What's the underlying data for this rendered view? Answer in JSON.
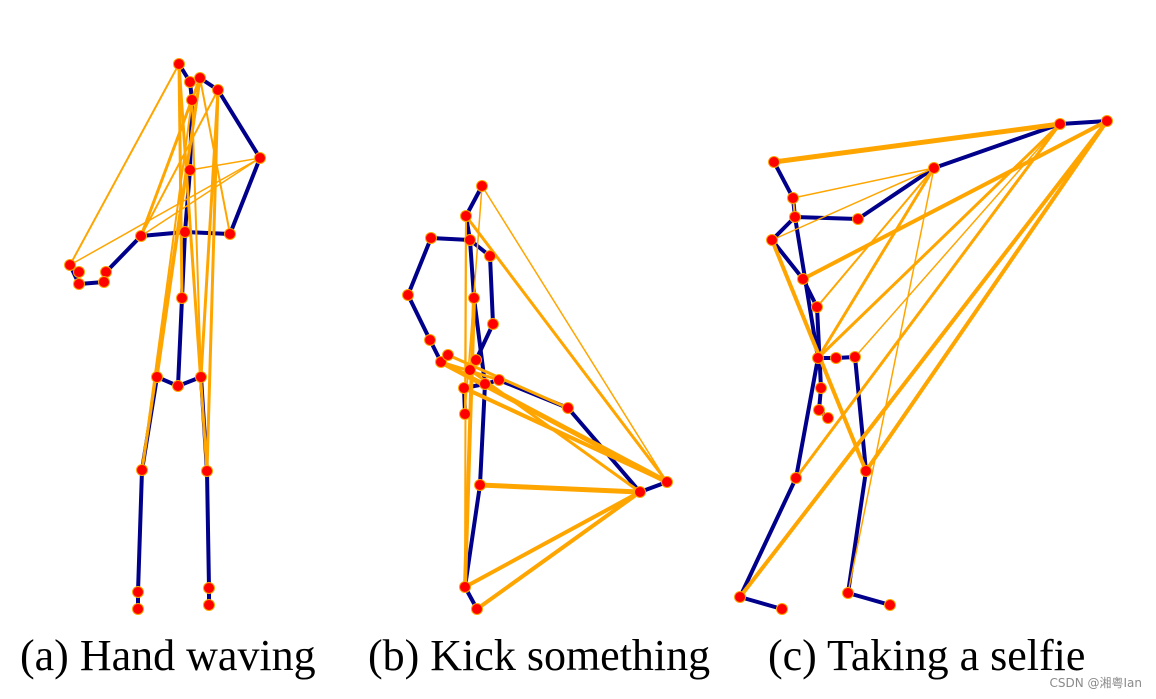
{
  "colors": {
    "bone": "#00008b",
    "joint": "#ff0000",
    "attention": "#ffa500",
    "attention_joint_ring": "#ffa500"
  },
  "panels": [
    {
      "id": "a",
      "caption": "(a) Hand waving",
      "joints": {
        "head_top": [
          179,
          64
        ],
        "head": [
          190,
          82
        ],
        "neck": [
          192,
          100
        ],
        "spine_up": [
          190,
          170
        ],
        "sh_c": [
          185,
          232
        ],
        "sh_l": [
          141,
          236
        ],
        "el_l": [
          106,
          272
        ],
        "wr_l": [
          79,
          272
        ],
        "hand_l": [
          70,
          265
        ],
        "hand_l2": [
          79,
          284
        ],
        "hand_l3": [
          104,
          282
        ],
        "sh_r": [
          230,
          234
        ],
        "el_r": [
          260,
          158
        ],
        "wr_r": [
          218,
          90
        ],
        "hand_r": [
          200,
          78
        ],
        "spine": [
          182,
          298
        ],
        "hip_c": [
          178,
          386
        ],
        "hip_l": [
          157,
          377
        ],
        "hip_r": [
          201,
          377
        ],
        "kn_l": [
          142,
          470
        ],
        "kn_r": [
          207,
          471
        ],
        "an_l": [
          138,
          592
        ],
        "ft_l": [
          138,
          609
        ],
        "an_r": [
          209,
          588
        ],
        "ft_r": [
          209,
          605
        ]
      },
      "bones": [
        [
          "head_top",
          "head"
        ],
        [
          "head",
          "neck"
        ],
        [
          "neck",
          "spine_up"
        ],
        [
          "spine_up",
          "sh_c"
        ],
        [
          "sh_c",
          "sh_l"
        ],
        [
          "sh_l",
          "el_l"
        ],
        [
          "el_l",
          "hand_l3"
        ],
        [
          "hand_l3",
          "hand_l2"
        ],
        [
          "hand_l2",
          "hand_l"
        ],
        [
          "hand_l",
          "wr_l"
        ],
        [
          "sh_c",
          "sh_r"
        ],
        [
          "sh_r",
          "el_r"
        ],
        [
          "el_r",
          "wr_r"
        ],
        [
          "wr_r",
          "hand_r"
        ],
        [
          "hand_r",
          "head"
        ],
        [
          "sh_c",
          "spine"
        ],
        [
          "spine",
          "hip_c"
        ],
        [
          "hip_c",
          "hip_l"
        ],
        [
          "hip_c",
          "hip_r"
        ],
        [
          "hip_l",
          "kn_l"
        ],
        [
          "kn_l",
          "an_l"
        ],
        [
          "an_l",
          "ft_l"
        ],
        [
          "hip_r",
          "kn_r"
        ],
        [
          "kn_r",
          "an_r"
        ],
        [
          "an_r",
          "ft_r"
        ]
      ],
      "attention_edges": [
        [
          "head_top",
          "kn_r",
          3
        ],
        [
          "head_top",
          "spine",
          3
        ],
        [
          "head_top",
          "hand_l",
          2
        ],
        [
          "hand_r",
          "kn_l",
          3
        ],
        [
          "hand_r",
          "hip_l",
          3
        ],
        [
          "hand_r",
          "sh_l",
          3
        ],
        [
          "hand_r",
          "sh_r",
          2
        ],
        [
          "wr_r",
          "kn_r",
          3
        ],
        [
          "wr_r",
          "hip_r",
          3
        ],
        [
          "wr_r",
          "sh_l",
          2
        ],
        [
          "el_r",
          "hand_l",
          1.5
        ],
        [
          "el_r",
          "sh_l",
          1.5
        ],
        [
          "el_r",
          "spine_up",
          1.5
        ],
        [
          "neck",
          "kn_l",
          2
        ],
        [
          "neck",
          "hip_r",
          2
        ]
      ]
    },
    {
      "id": "b",
      "caption": "(b) Kick something",
      "joints": {
        "head_top": [
          482,
          186
        ],
        "head": [
          466,
          216
        ],
        "neck": [
          470,
          240
        ],
        "sh_l": [
          431,
          238
        ],
        "el_l": [
          408,
          295
        ],
        "wr_l": [
          430,
          340
        ],
        "hand_l": [
          441,
          362
        ],
        "hand_l2": [
          448,
          355
        ],
        "sh_r": [
          490,
          256
        ],
        "el_r": [
          493,
          324
        ],
        "wr_r": [
          476,
          360
        ],
        "hand_r": [
          470,
          370
        ],
        "spine": [
          474,
          298
        ],
        "hip_c": [
          485,
          384
        ],
        "hip_l": [
          464,
          388
        ],
        "hip_r": [
          499,
          380
        ],
        "kn_l": [
          465,
          414
        ],
        "kn_r": [
          568,
          408
        ],
        "an_r": [
          640,
          492
        ],
        "ft_r": [
          667,
          482
        ],
        "kn_l2": [
          480,
          485
        ],
        "an_l": [
          465,
          587
        ],
        "ft_l": [
          477,
          609
        ]
      },
      "bones": [
        [
          "head_top",
          "head"
        ],
        [
          "head",
          "neck"
        ],
        [
          "neck",
          "sh_l"
        ],
        [
          "sh_l",
          "el_l"
        ],
        [
          "el_l",
          "wr_l"
        ],
        [
          "wr_l",
          "hand_l"
        ],
        [
          "hand_l",
          "hand_l2"
        ],
        [
          "neck",
          "sh_r"
        ],
        [
          "sh_r",
          "el_r"
        ],
        [
          "el_r",
          "wr_r"
        ],
        [
          "wr_r",
          "hand_r"
        ],
        [
          "neck",
          "spine"
        ],
        [
          "spine",
          "hip_c"
        ],
        [
          "hip_c",
          "hip_l"
        ],
        [
          "hip_c",
          "hip_r"
        ],
        [
          "hip_l",
          "kn_l"
        ],
        [
          "hip_r",
          "kn_r"
        ],
        [
          "kn_r",
          "an_r"
        ],
        [
          "an_r",
          "ft_r"
        ],
        [
          "hip_c",
          "kn_l2"
        ],
        [
          "kn_l2",
          "an_l"
        ],
        [
          "an_l",
          "ft_l"
        ]
      ],
      "attention_edges": [
        [
          "ft_r",
          "head",
          3
        ],
        [
          "ft_r",
          "head_top",
          1.5
        ],
        [
          "ft_r",
          "hand_l",
          5
        ],
        [
          "ft_r",
          "hip_l",
          4
        ],
        [
          "an_r",
          "kn_l2",
          5
        ],
        [
          "an_r",
          "an_l",
          4
        ],
        [
          "an_r",
          "ft_l",
          4
        ],
        [
          "an_r",
          "hand_r",
          3
        ],
        [
          "kn_r",
          "hand_l2",
          3
        ],
        [
          "spine",
          "an_l",
          4
        ],
        [
          "head",
          "an_l",
          2
        ],
        [
          "head",
          "kn_l",
          2
        ],
        [
          "head_top",
          "kn_l",
          1.5
        ],
        [
          "hand_l",
          "hip_r",
          3
        ]
      ]
    },
    {
      "id": "c",
      "caption": "(c) Taking a selfie",
      "joints": {
        "hand_r": [
          1107,
          121
        ],
        "wr_r": [
          1060,
          124
        ],
        "el_r": [
          934,
          168
        ],
        "sh_r": [
          858,
          219
        ],
        "neck": [
          795,
          217
        ],
        "head": [
          793,
          198
        ],
        "head_top": [
          774,
          162
        ],
        "sh_l": [
          772,
          240
        ],
        "el_l": [
          803,
          279
        ],
        "wr_l": [
          817,
          307
        ],
        "spine": [
          818,
          358
        ],
        "hip_c": [
          836,
          358
        ],
        "hip_r": [
          855,
          357
        ],
        "hand_l": [
          821,
          388
        ],
        "hand_l2": [
          819,
          410
        ],
        "hand_l3": [
          828,
          418
        ],
        "kn_l": [
          796,
          478
        ],
        "kn_r": [
          866,
          471
        ],
        "an_l": [
          740,
          597
        ],
        "ft_l": [
          782,
          609
        ],
        "an_r": [
          848,
          593
        ],
        "ft_r": [
          890,
          605
        ]
      },
      "bones": [
        [
          "hand_r",
          "wr_r"
        ],
        [
          "wr_r",
          "el_r"
        ],
        [
          "el_r",
          "sh_r"
        ],
        [
          "sh_r",
          "neck"
        ],
        [
          "neck",
          "head"
        ],
        [
          "head",
          "head_top"
        ],
        [
          "neck",
          "sh_l"
        ],
        [
          "sh_l",
          "el_l"
        ],
        [
          "el_l",
          "wr_l"
        ],
        [
          "wr_l",
          "hand_l"
        ],
        [
          "hand_l",
          "hand_l2"
        ],
        [
          "hand_l2",
          "hand_l3"
        ],
        [
          "neck",
          "spine"
        ],
        [
          "spine",
          "hip_c"
        ],
        [
          "hip_c",
          "hip_r"
        ],
        [
          "spine",
          "kn_l"
        ],
        [
          "kn_l",
          "an_l"
        ],
        [
          "an_l",
          "ft_l"
        ],
        [
          "hip_r",
          "kn_r"
        ],
        [
          "kn_r",
          "an_r"
        ],
        [
          "an_r",
          "ft_r"
        ]
      ],
      "attention_edges": [
        [
          "head_top",
          "wr_r",
          5
        ],
        [
          "head",
          "el_r",
          1.5
        ],
        [
          "hand_r",
          "el_l",
          4
        ],
        [
          "hand_r",
          "kn_r",
          4
        ],
        [
          "hand_r",
          "an_l",
          4
        ],
        [
          "wr_r",
          "spine",
          3
        ],
        [
          "wr_r",
          "kn_l",
          3
        ],
        [
          "wr_r",
          "hip_r",
          1.5
        ],
        [
          "el_r",
          "spine",
          3
        ],
        [
          "el_r",
          "sh_l",
          1.5
        ],
        [
          "el_r",
          "wr_l",
          2
        ],
        [
          "el_r",
          "an_r",
          1.5
        ],
        [
          "sh_l",
          "kn_r",
          4
        ],
        [
          "head",
          "neck",
          2
        ]
      ]
    }
  ],
  "watermark": "CSDN @湘粤Ian"
}
